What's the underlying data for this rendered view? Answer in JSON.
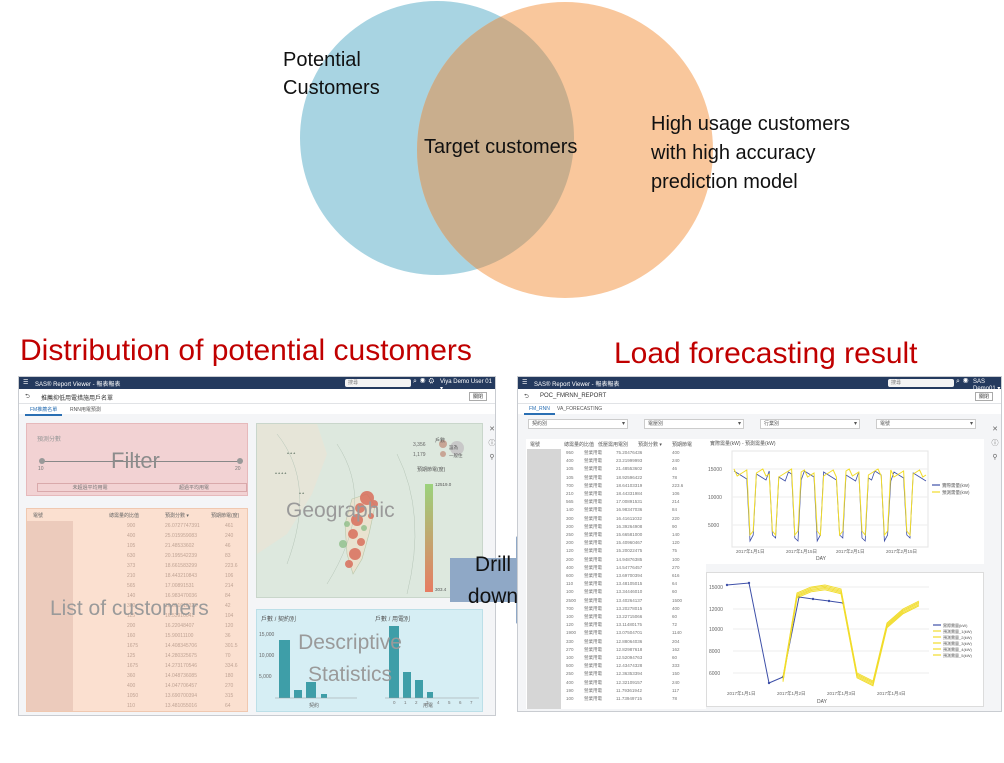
{
  "venn": {
    "left_label": "Potential\nCustomers",
    "center_label": "Target customers",
    "right_label": "High usage customers\nwith high accuracy\nprediction model",
    "colors": {
      "left": "#a8d4e2",
      "right": "#f9c79c",
      "overlap": "#c9ae8d"
    }
  },
  "titles": {
    "distribution": "Distribution of potential customers",
    "load": "Load forecasting result"
  },
  "arrow": {
    "line1": "Drill",
    "line2": "down",
    "color": "#8fa8c6"
  },
  "left_shot": {
    "app_name": "SAS® Report Viewer - 報表報表",
    "search_placeholder": "搜尋",
    "user": "Viya Demo User 01 ▾",
    "report_title": "推薦抑低用電措施用戶名單",
    "close_label": "關閉",
    "tabs": [
      "FM推薦名單",
      "RNN用電預測"
    ],
    "filter_title": "預測分數",
    "slider_min": "10",
    "slider_max": "20",
    "filter_buttons": [
      "未超過平均用電",
      "超過平均用電"
    ],
    "filter_overlay": "Filter",
    "list_overlay": "List of customers",
    "geo_overlay": "Geographic",
    "desc_overlay_1": "Descriptive",
    "desc_overlay_2": "Statistics",
    "list_headers": [
      "電號",
      "總需量的比值",
      "預測分數 ▾",
      "預期節電(度)"
    ],
    "list_rows": [
      [
        "900",
        "26.0727747391",
        "461"
      ],
      [
        "400",
        "25.015959083",
        "240"
      ],
      [
        "105",
        "21.48533602",
        "46"
      ],
      [
        "630",
        "20.195542239",
        "83"
      ],
      [
        "373",
        "18.661583299",
        "223.6"
      ],
      [
        "210",
        "18.443210843",
        "106"
      ],
      [
        "565",
        "17.00891531",
        "214"
      ],
      [
        "140",
        "16.983470036",
        "84"
      ],
      [
        "300",
        "16.691616322",
        "42"
      ],
      [
        "115",
        "16.53910041",
        "104"
      ],
      [
        "200",
        "16.22048407",
        "120"
      ],
      [
        "160",
        "15.90011100",
        "36"
      ],
      [
        "1675",
        "14.408345706",
        "301.5"
      ],
      [
        "125",
        "14.280325675",
        "70"
      ],
      [
        "1675",
        "14.273170546",
        "334.6"
      ],
      [
        "360",
        "14.048736085",
        "180"
      ],
      [
        "400",
        "14.047706457",
        "270"
      ],
      [
        "1050",
        "13.690700394",
        "315"
      ],
      [
        "110",
        "13.481055016",
        "64"
      ]
    ],
    "map_legend_title": "戶數",
    "map_legend_items": [
      "設為",
      "一般住"
    ],
    "map_numbers": [
      "3,356",
      "1,179"
    ],
    "map_scale_title": "預期節電(度)",
    "map_scale_top": "12519.0",
    "map_scale_bottom": "303.4",
    "stats_titles": [
      "戶數 / 契約別",
      "戶數 / 用電別"
    ],
    "stats_y_ticks": [
      "15,000",
      "10,000",
      "5,000"
    ],
    "stats_x_left": "契約",
    "stats_x_right": "用電",
    "stats_x_ticks": [
      "0",
      "1",
      "2",
      "3",
      "4",
      "5",
      "6",
      "7"
    ]
  },
  "right_shot": {
    "app_name": "SAS® Report Viewer - 報表報表",
    "search_placeholder": "搜尋",
    "user": "SAS Demo01 ▾",
    "report_title": "POC_FMRNN_REPORT",
    "close_label": "關閉",
    "tabs": [
      "FM_RNN",
      "VA_FORECASTING"
    ],
    "dropdowns": [
      "契約別",
      "電壓別",
      "行業別",
      "電號"
    ],
    "table_headers": [
      "電號",
      "總需量的比值",
      "低壓需用電別",
      "預測分數 ▾",
      "預期節電"
    ],
    "table_rows": [
      [
        "950",
        "營業用電",
        "75.20476436",
        "400"
      ],
      [
        "400",
        "營業用電",
        "23.21999993",
        "240"
      ],
      [
        "105",
        "營業用電",
        "21.48553602",
        "46"
      ],
      [
        "105",
        "營業用電",
        "18.92596422",
        "78"
      ],
      [
        "700",
        "營業用電",
        "18.64103319",
        "223.6"
      ],
      [
        "210",
        "營業用電",
        "18.44331984",
        "106"
      ],
      [
        "565",
        "營業用電",
        "17.00891531",
        "214"
      ],
      [
        "140",
        "營業用電",
        "16.98347036",
        "84"
      ],
      [
        "300",
        "營業用電",
        "16.41611032",
        "220"
      ],
      [
        "200",
        "營業用電",
        "16.39264908",
        "90"
      ],
      [
        "250",
        "營業用電",
        "15.66581000",
        "140"
      ],
      [
        "200",
        "營業用電",
        "15.40960467",
        "120"
      ],
      [
        "120",
        "營業用電",
        "15.20022475",
        "75"
      ],
      [
        "200",
        "營業用電",
        "14.94876385",
        "100"
      ],
      [
        "400",
        "營業用電",
        "14.54776457",
        "270"
      ],
      [
        "600",
        "營業用電",
        "13.69700394",
        "616"
      ],
      [
        "110",
        "營業用電",
        "13.48105015",
        "64"
      ],
      [
        "100",
        "營業用電",
        "13.34446010",
        "60"
      ],
      [
        "2500",
        "營業用電",
        "13.40264137",
        "1500"
      ],
      [
        "700",
        "營業用電",
        "13.20278015",
        "400"
      ],
      [
        "100",
        "營業用電",
        "13.22715066",
        "60"
      ],
      [
        "120",
        "營業用電",
        "13.11480175",
        "72"
      ],
      [
        "1900",
        "營業用電",
        "13.07504701",
        "1140"
      ],
      [
        "330",
        "營業用電",
        "12.88064036",
        "204"
      ],
      [
        "270",
        "營業用電",
        "12.82987618",
        "162"
      ],
      [
        "100",
        "營業用電",
        "12.52094763",
        "60"
      ],
      [
        "500",
        "營業用電",
        "12.43474328",
        "333"
      ],
      [
        "250",
        "營業用電",
        "12.36353394",
        "150"
      ],
      [
        "400",
        "營業用電",
        "12.32109157",
        "240"
      ],
      [
        "190",
        "營業用電",
        "11.79361942",
        "117"
      ],
      [
        "100",
        "營業用電",
        "11.73949715",
        "78"
      ]
    ],
    "top_chart_title": "實際需量(kW) - 預測需量(kW)",
    "top_y_ticks": [
      "15000",
      "10000",
      "5000"
    ],
    "top_x_ticks": [
      "2017年1月1日",
      "2017年1月15日",
      "2017年2月1日",
      "2017年2月15日"
    ],
    "top_legend": [
      "實際需量(kW)",
      "預測需量(kW)"
    ],
    "x_label": "DAY",
    "bottom_y_ticks": [
      "15000",
      "12000",
      "10000",
      "8000",
      "6000"
    ],
    "bottom_x_ticks": [
      "2017年1月1日",
      "2017年1月2日",
      "2017年1月3日",
      "2017年1月4日"
    ],
    "bottom_legend": [
      "實際需量(kW)",
      "預測需量_1(kW)",
      "預測需量_2(kW)",
      "預測需量_3(kW)",
      "預測需量_4(kW)",
      "預測需量_5(kW)"
    ],
    "colors": {
      "actual": "#3d4fa8",
      "forecast": "#f1dc2a"
    }
  }
}
